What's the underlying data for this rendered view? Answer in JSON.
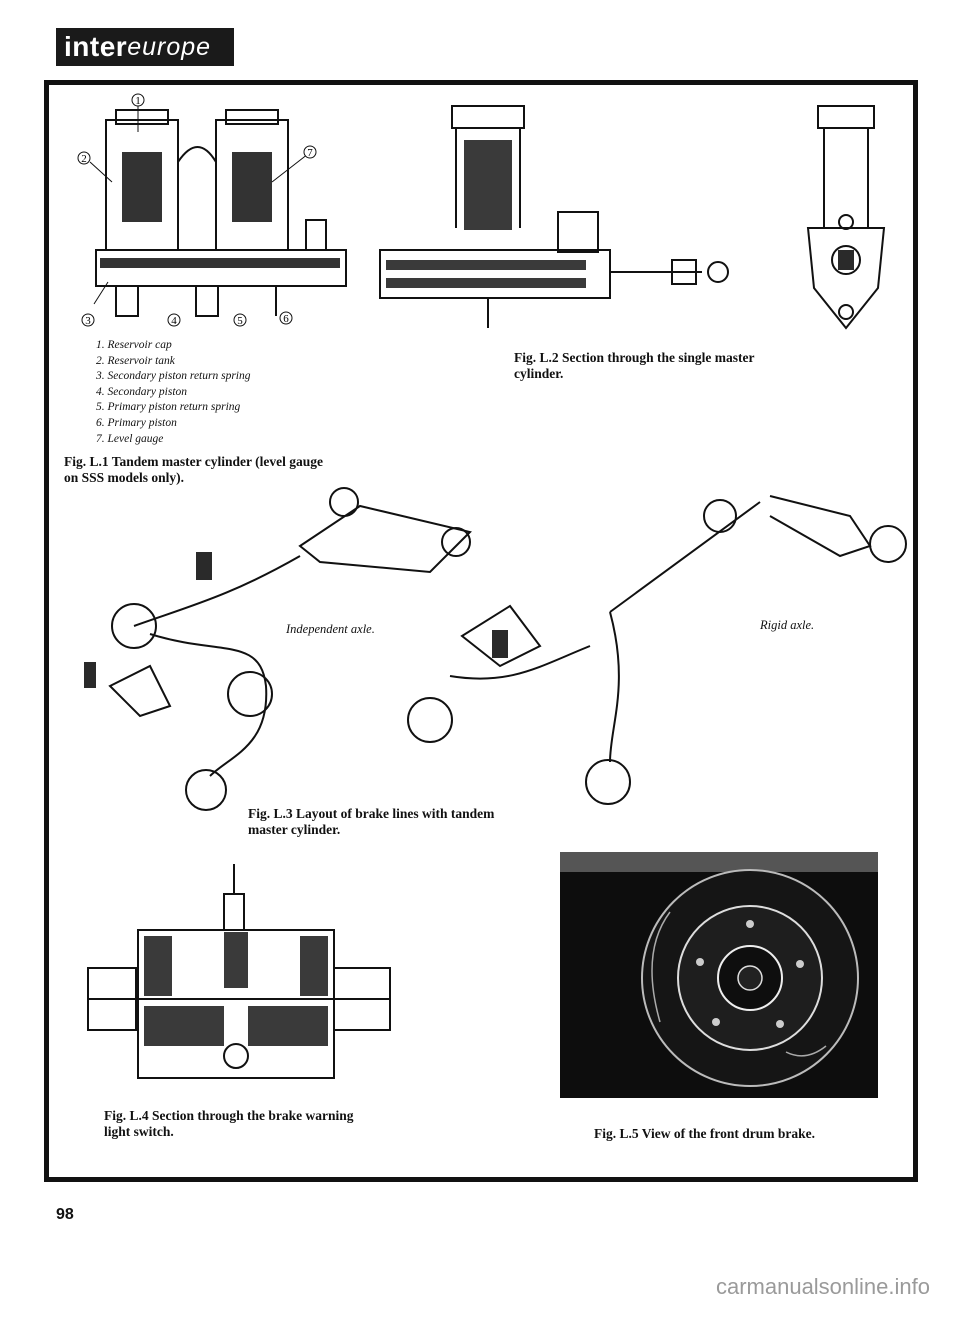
{
  "header": {
    "logo_main": "inter",
    "logo_light": "europe"
  },
  "fig_l1": {
    "callouts": [
      "1",
      "2",
      "3",
      "4",
      "5",
      "6",
      "7"
    ],
    "legend": [
      "1. Reservoir cap",
      "2. Reservoir tank",
      "3. Secondary piston return spring",
      "4. Secondary piston",
      "5. Primary piston return spring",
      "6. Primary piston",
      "7. Level gauge"
    ],
    "caption_line1": "Fig. L.1 Tandem master cylinder (level gauge",
    "caption_line2": "on SSS models only)."
  },
  "fig_l2": {
    "caption_line1": "Fig. L.2 Section through the single master",
    "caption_line2": "cylinder."
  },
  "fig_l3": {
    "label_independent": "Independent axle.",
    "label_rigid": "Rigid axle.",
    "caption_line1": "Fig. L.3 Layout of brake lines with tandem",
    "caption_line2": "master cylinder."
  },
  "fig_l4": {
    "caption_line1": "Fig. L.4 Section through the brake warning",
    "caption_line2": "light switch."
  },
  "fig_l5": {
    "caption": "Fig. L.5 View of the front drum brake."
  },
  "footer": {
    "page_number": "98",
    "watermark": "carmanualsonline.info"
  }
}
